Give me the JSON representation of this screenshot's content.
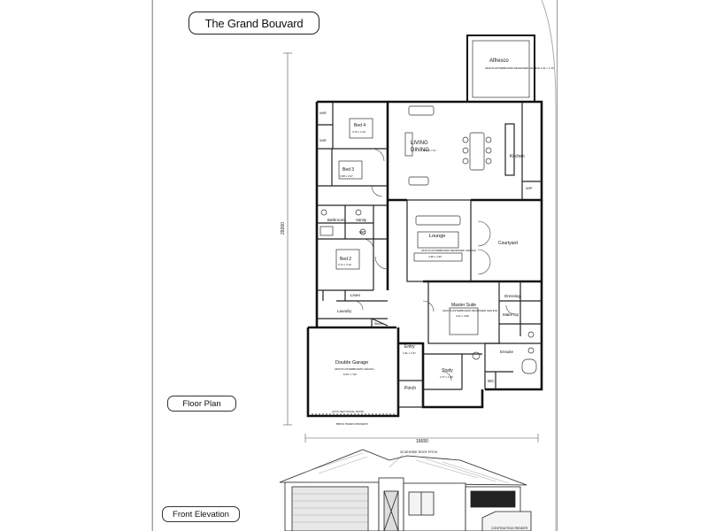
{
  "title": "The Grand Bouvard",
  "labels": {
    "floor_plan": "Floor Plan",
    "front_elevation": "Front Elevation"
  },
  "dimensions": {
    "depth": "29260",
    "width": "16650"
  },
  "rooms": {
    "alfresco": "Alfresco",
    "alfresco_note": "2420 PLASTERBOARD RECESSED CEILING 4.31 x 4.70",
    "living": "LIVING",
    "dining": "DINING",
    "living_dim": "8.57 x 7.27",
    "kitchen": "Kitchen",
    "wip": "WIP",
    "bed4": "Bed 4",
    "bed4_dim": "3.70 x 3.16",
    "bed3": "Bed 3",
    "bed3_dim": "3.68 x 3.07",
    "wir1": "WIR",
    "wir2": "WIR",
    "bathroom": "Bathroom",
    "vanity": "Vanity",
    "wc1": "WC",
    "bed2": "Bed 2",
    "bed2_dim": "3.71 x 3.10",
    "lounge": "Lounge",
    "lounge_note": "2420 PLASTERBOARD RECESSED CEILING",
    "lounge_dim": "4.38 x 4.35",
    "courtyard": "Courtyard",
    "linen": "Linen",
    "laundry": "Laundry",
    "master": "Master Suite",
    "master_note": "2420 PLASTERBOARD RECESSED CEILING",
    "master_dim": "4.01 x 4.80",
    "dressing": "Dressing",
    "makeup": "Make Up",
    "ensuite": "Ensuite",
    "wc2": "WC",
    "entry": "Entry",
    "entry_dim": "1.81 x 3.37",
    "study": "Study",
    "study_dim": "2.77 x 1.90",
    "garage": "Double Garage",
    "garage_note": "2400 PLASTERBOARD CEILING",
    "garage_dim": "6.00 x 7.00",
    "porch": "Porch",
    "stores": "Stores"
  },
  "notes": {
    "driveway": "BRICK PAVED DRIVEWAY",
    "garage_door": "AUTO SECTIONAL DOOR",
    "elev_note1": "30 DEGREE ROOF PITCH",
    "elev_note2": "CONTRASTING RENDER"
  }
}
